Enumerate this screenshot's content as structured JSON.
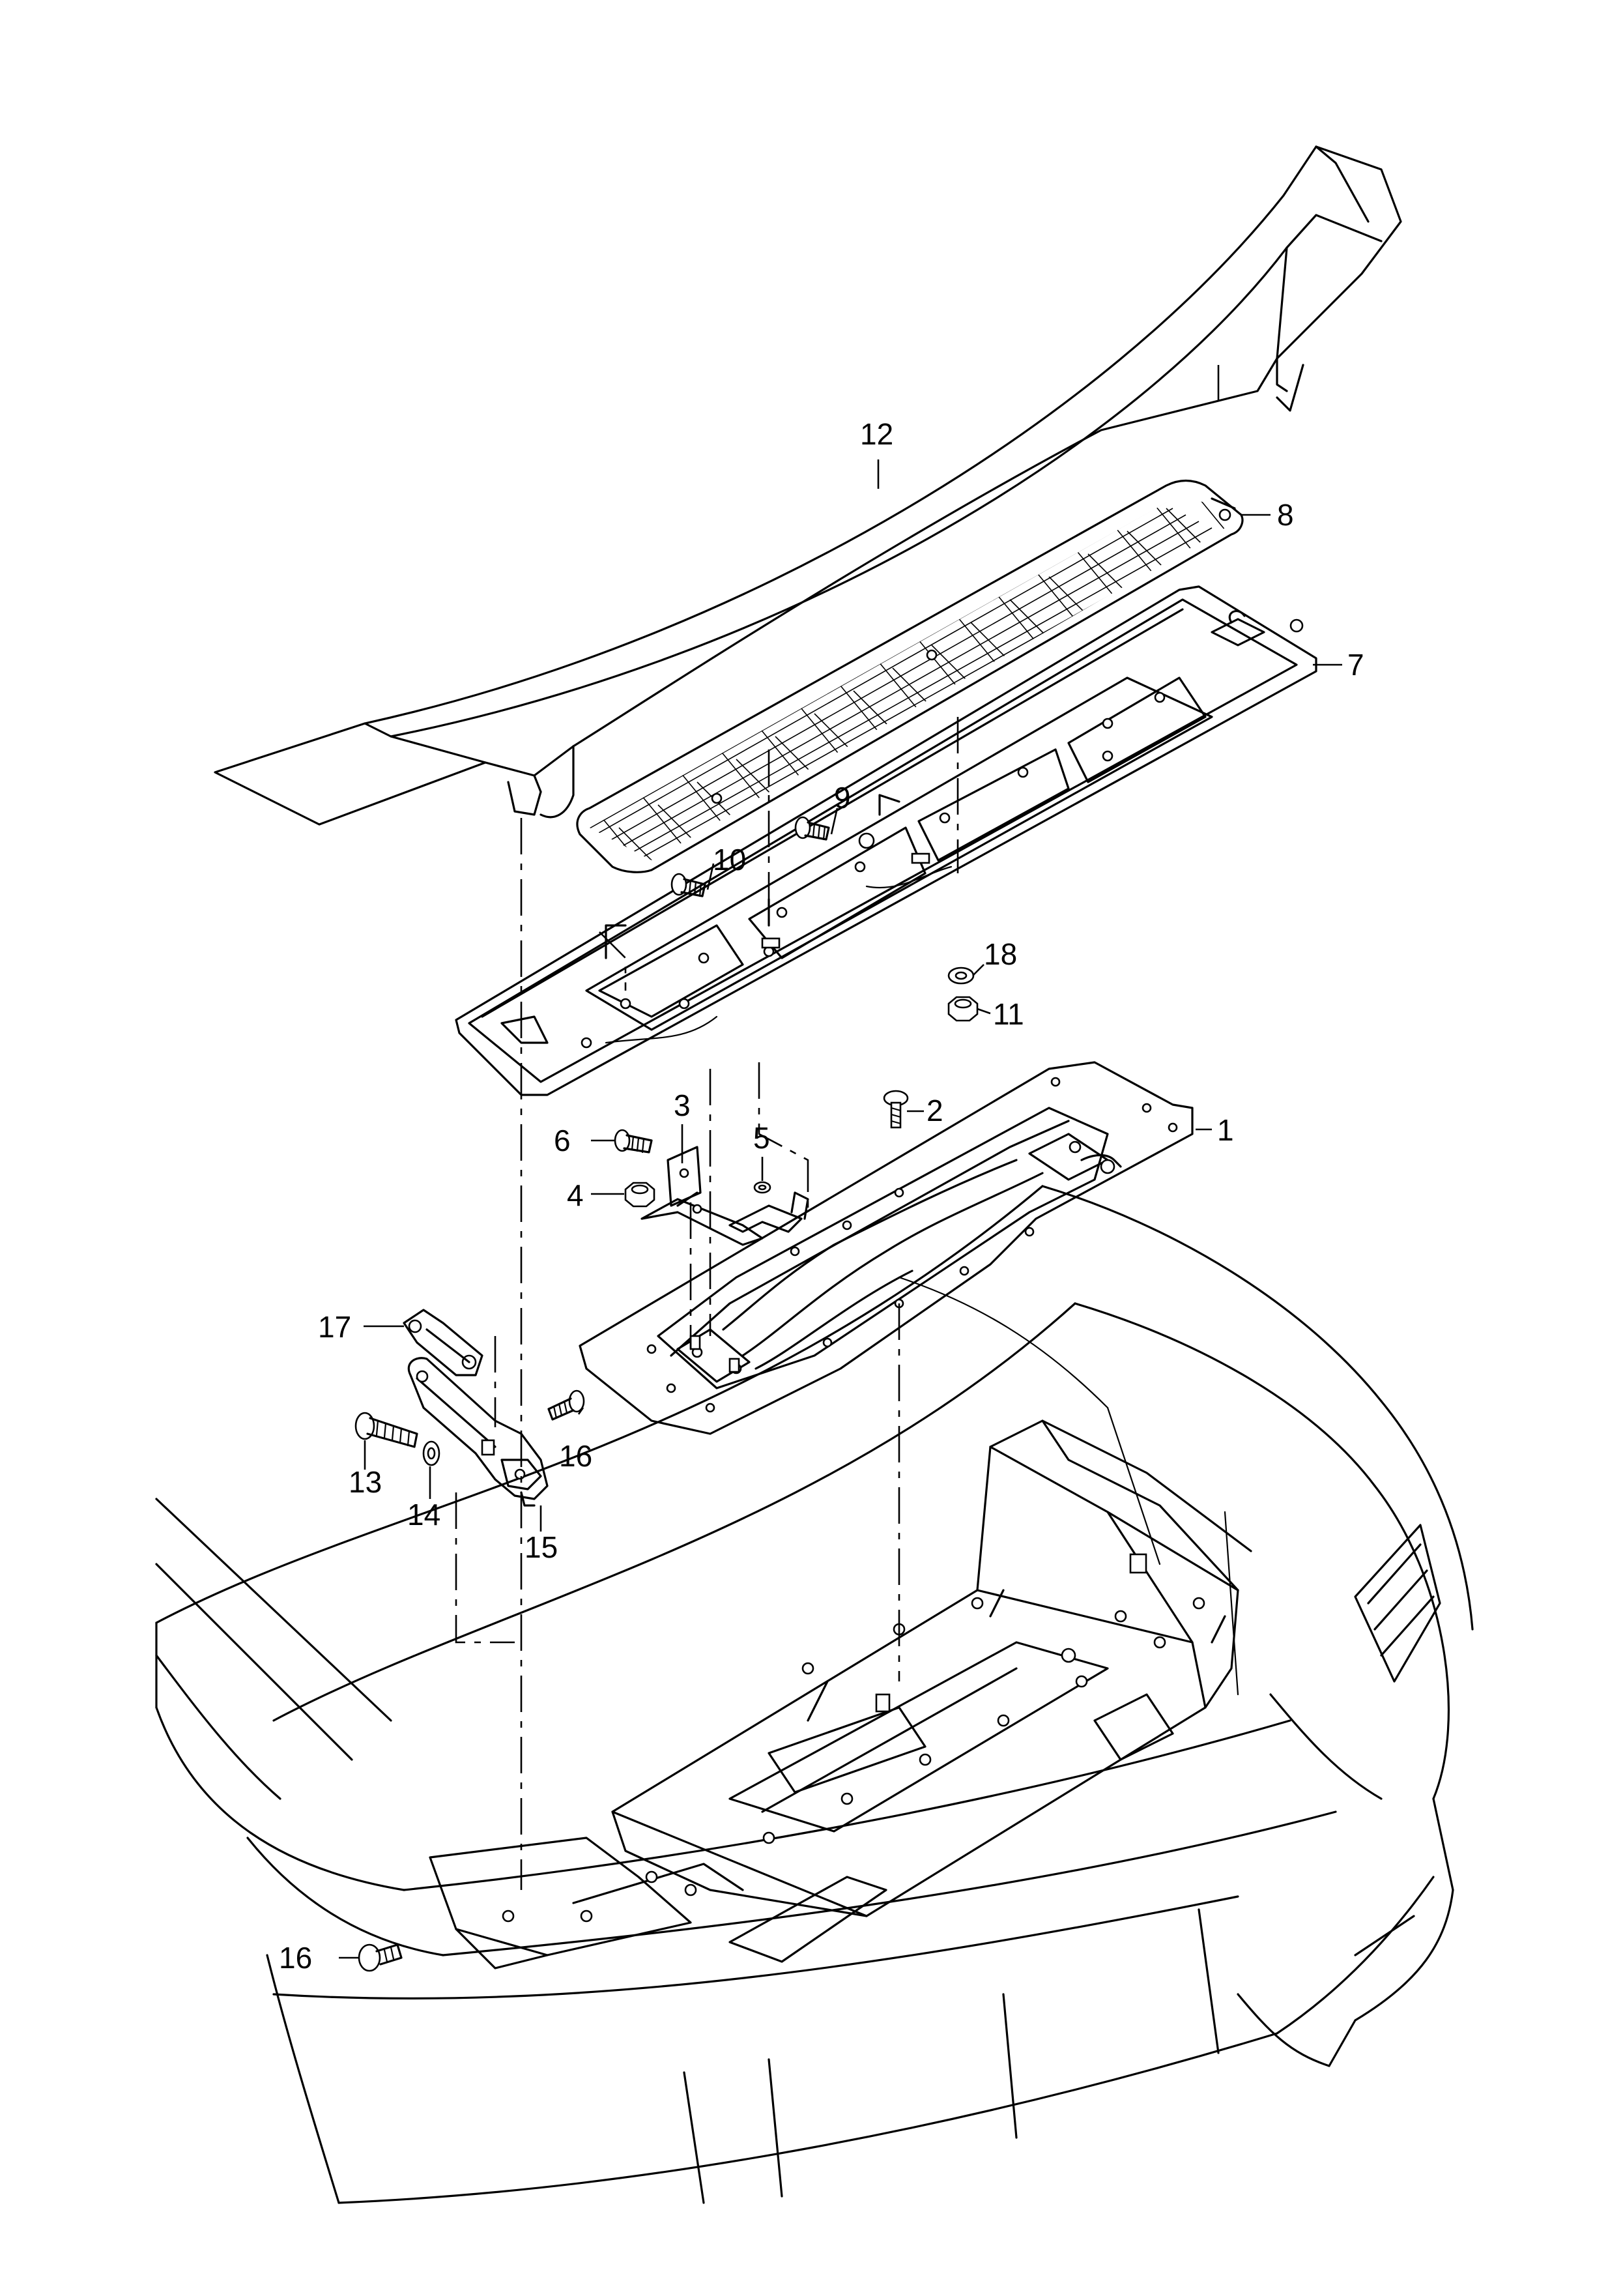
{
  "callouts": [
    {
      "id": "c12",
      "label": "12"
    },
    {
      "id": "c8",
      "label": "8"
    },
    {
      "id": "c7",
      "label": "7"
    },
    {
      "id": "c9",
      "label": "9"
    },
    {
      "id": "c10",
      "label": "10"
    },
    {
      "id": "c18",
      "label": "18"
    },
    {
      "id": "c11",
      "label": "11"
    },
    {
      "id": "c2",
      "label": "2"
    },
    {
      "id": "c1",
      "label": "1"
    },
    {
      "id": "c3",
      "label": "3"
    },
    {
      "id": "c5",
      "label": "5"
    },
    {
      "id": "c6",
      "label": "6"
    },
    {
      "id": "c4",
      "label": "4"
    },
    {
      "id": "c17",
      "label": "17"
    },
    {
      "id": "c16a",
      "label": "16"
    },
    {
      "id": "c13",
      "label": "13"
    },
    {
      "id": "c14",
      "label": "14"
    },
    {
      "id": "c15",
      "label": "15"
    },
    {
      "id": "c16b",
      "label": "16"
    }
  ]
}
